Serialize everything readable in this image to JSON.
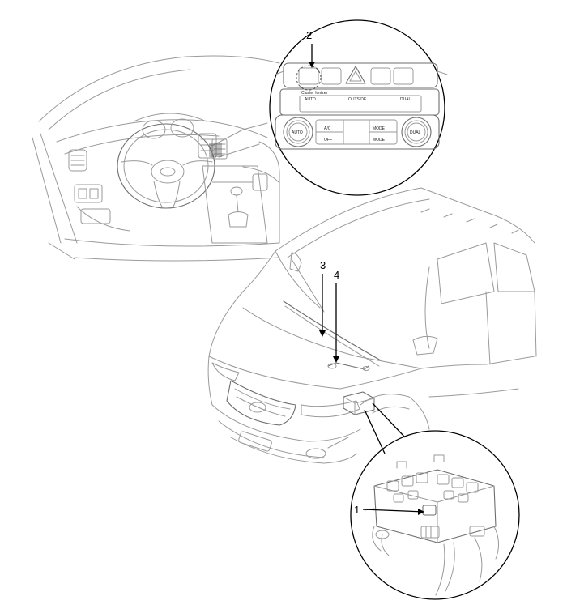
{
  "callouts": [
    {
      "id": "1",
      "label": "1"
    },
    {
      "id": "2",
      "label": "2"
    },
    {
      "id": "3",
      "label": "3"
    },
    {
      "id": "4",
      "label": "4"
    }
  ],
  "panel_text": {
    "auto": "AUTO",
    "dual": "DUAL",
    "ac": "A/C",
    "off": "OFF",
    "mode_up": "MODE",
    "mode_down": "MODE",
    "brand": "Cluster Ionizer",
    "outside": "OUTSIDE"
  },
  "colors": {
    "line": "#9a9a9a",
    "ink": "#000000"
  }
}
